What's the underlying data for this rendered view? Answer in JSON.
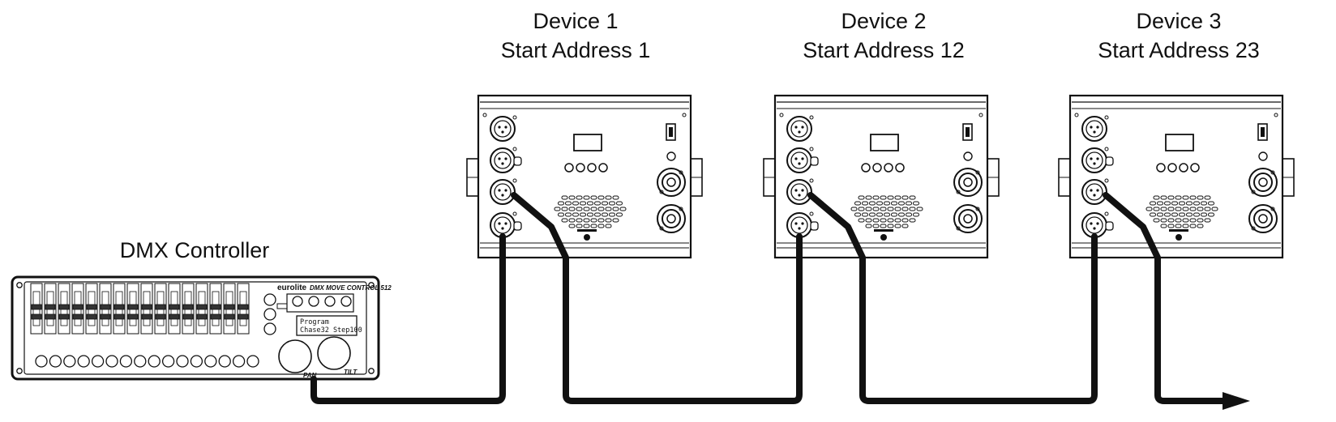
{
  "controller": {
    "label": "DMX Controller",
    "brand": "eurolite",
    "model": "DMX MOVE CONTROL 512",
    "display_line1": "Program",
    "display_line2": "Chase32 Step100",
    "knob_pan": "PAN",
    "knob_tilt": "TILT",
    "fader_count": 16,
    "bottom_button_count": 16
  },
  "devices": [
    {
      "title": "Device 1",
      "address": "Start Address 1"
    },
    {
      "title": "Device 2",
      "address": "Start Address 12"
    },
    {
      "title": "Device 3",
      "address": "Start Address 23"
    }
  ],
  "colors": {
    "line": "#111111",
    "background": "#ffffff",
    "panel": "#ffffff"
  }
}
